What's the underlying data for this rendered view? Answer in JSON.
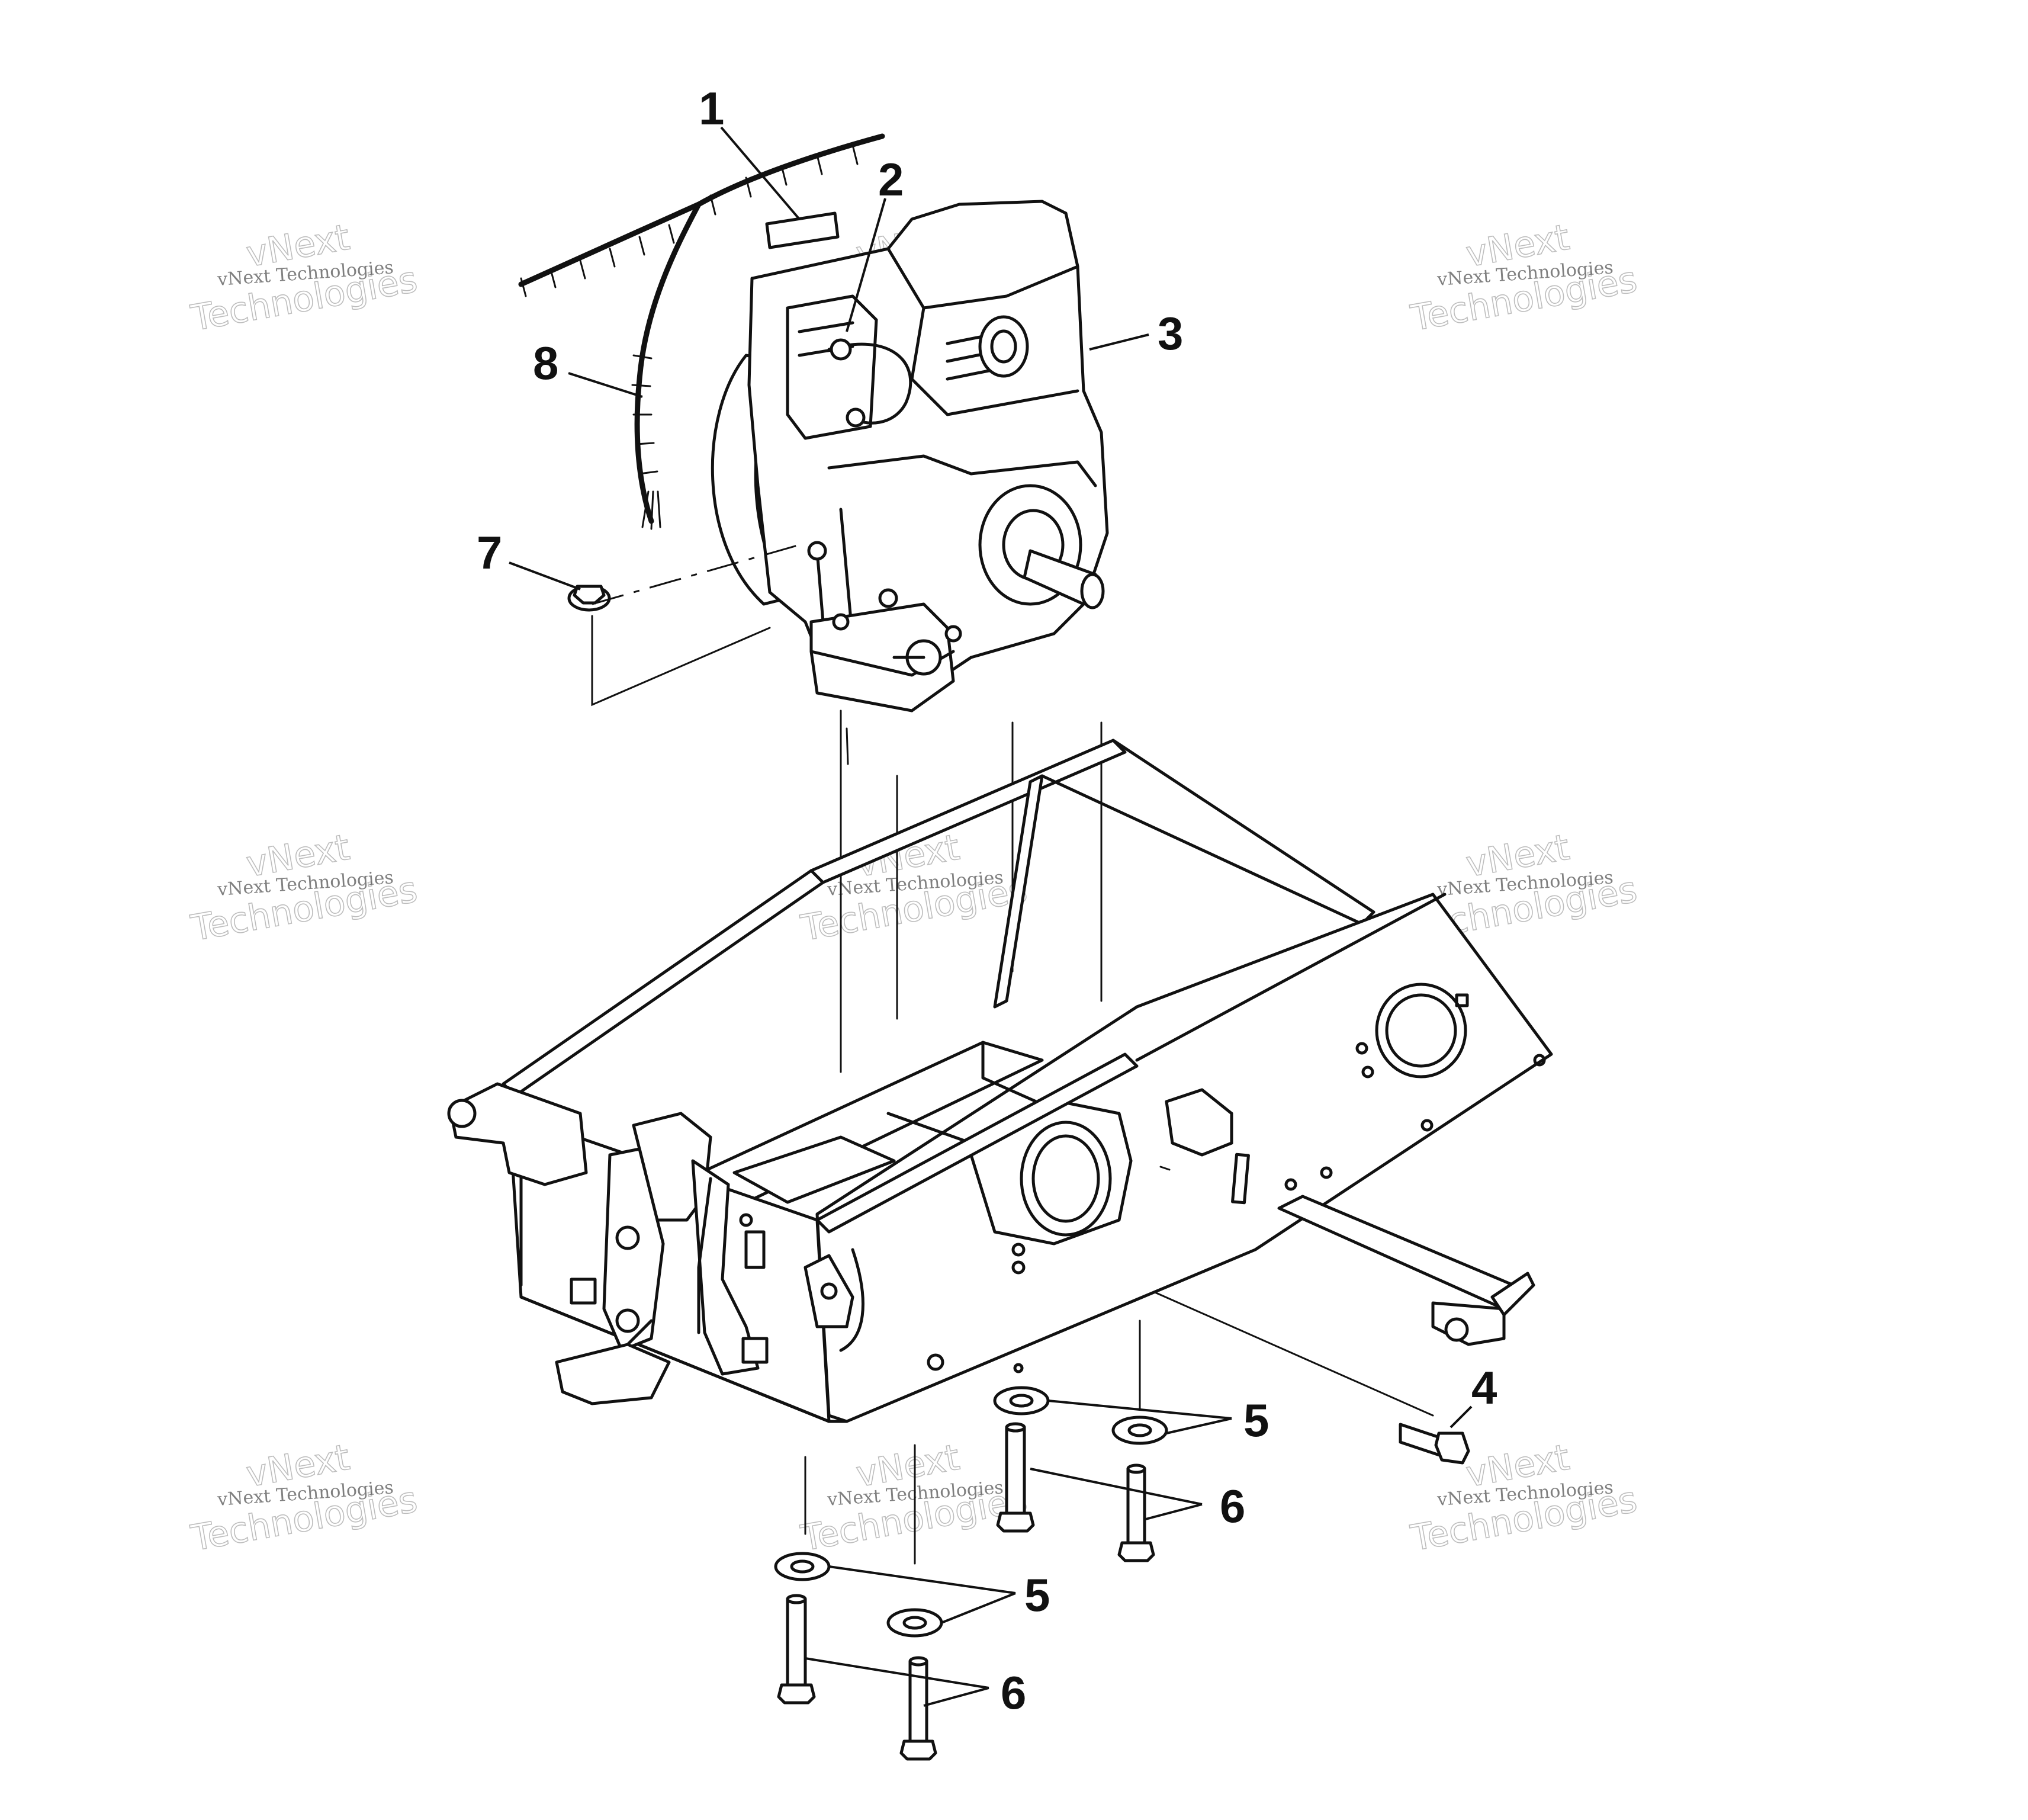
{
  "watermark": {
    "line_small": "vNext Technologies",
    "line_big_1": "vNext",
    "line_big_2": "Technologies"
  },
  "callouts": [
    {
      "id": "c1",
      "text": "1"
    },
    {
      "id": "c2",
      "text": "2"
    },
    {
      "id": "c3",
      "text": "3"
    },
    {
      "id": "c4",
      "text": "4"
    },
    {
      "id": "c5a",
      "text": "5"
    },
    {
      "id": "c5b",
      "text": "5"
    },
    {
      "id": "c6a",
      "text": "6"
    },
    {
      "id": "c6b",
      "text": "6"
    },
    {
      "id": "c7",
      "text": "7"
    },
    {
      "id": "c8",
      "text": "8"
    }
  ]
}
